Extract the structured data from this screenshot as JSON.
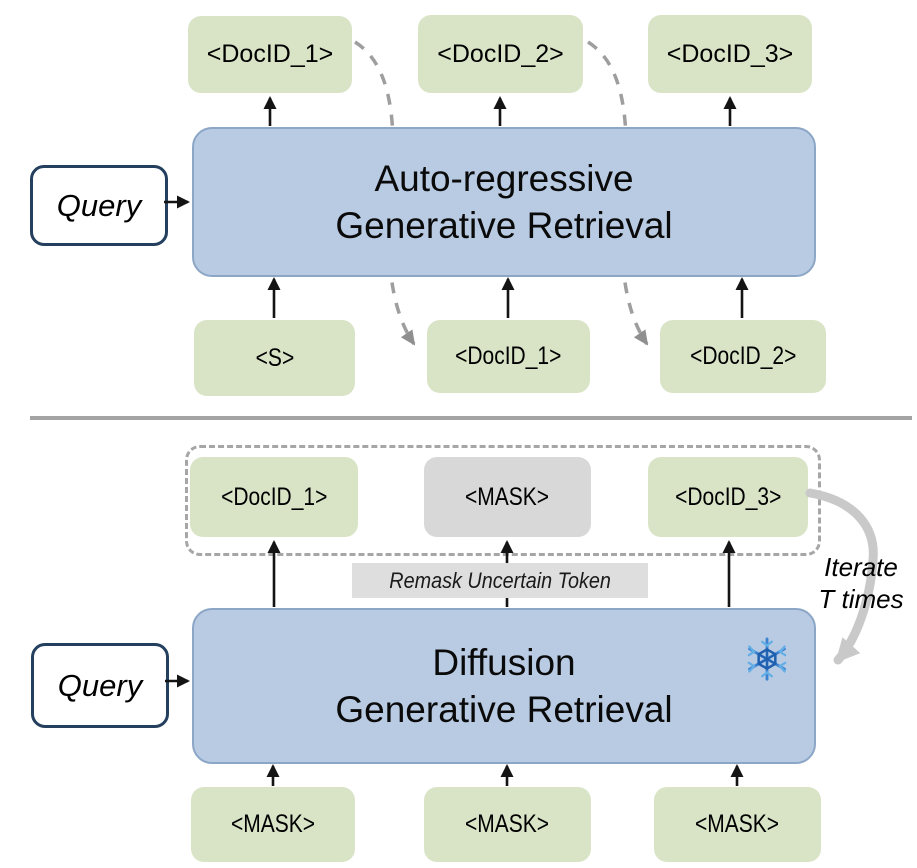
{
  "colors": {
    "token_green": "#d9e4c7",
    "mask_gray": "#d8d8d8",
    "model_blue_fill": "#b8cbe3",
    "model_blue_border": "#8ca6c6",
    "query_border_navy": "#24405e",
    "divider_gray": "#a3a3a3",
    "dashed_line_gray": "#9e9e9e",
    "iterate_arrow_gray": "#c9c9c9",
    "snowflake_blue": "#3b82d1"
  },
  "top_diagram": {
    "output_tokens": [
      "<DocID_1>",
      "<DocID_2>",
      "<DocID_3>"
    ],
    "model": {
      "line1": "Auto-regressive",
      "line2": "Generative Retrieval"
    },
    "query_label": "Query",
    "input_tokens": [
      "<S>",
      "<DocID_1>",
      "<DocID_2>"
    ]
  },
  "bottom_diagram": {
    "output_tokens": [
      "<DocID_1>",
      "<MASK>",
      "<DocID_3>"
    ],
    "remask_label": "Remask Uncertain Token",
    "model": {
      "line1": "Diffusion",
      "line2": "Generative Retrieval"
    },
    "query_label": "Query",
    "input_tokens": [
      "<MASK>",
      "<MASK>",
      "<MASK>"
    ],
    "iterate_note": {
      "line1": "Iterate",
      "line2": "T times"
    }
  }
}
